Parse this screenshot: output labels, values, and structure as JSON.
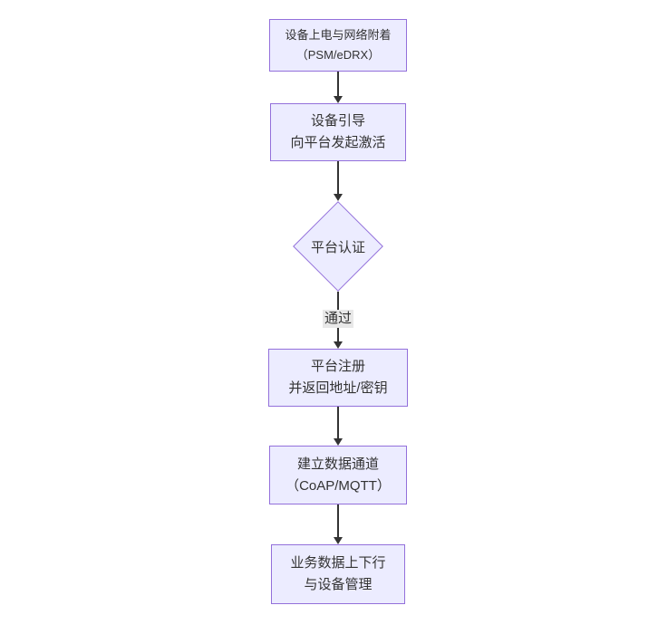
{
  "diagram": {
    "type": "flowchart-vertical",
    "nodes": [
      {
        "name": "power-on-attach",
        "shape": "rect",
        "lines": [
          "设备上电与网络附着",
          "（PSM/eDRX）"
        ]
      },
      {
        "name": "bootstrap",
        "shape": "rect",
        "lines": [
          "设备引导",
          "向平台发起激活"
        ]
      },
      {
        "name": "platform-auth",
        "shape": "diamond",
        "lines": [
          "平台认证"
        ]
      },
      {
        "name": "platform-register",
        "shape": "rect",
        "lines": [
          "平台注册",
          "并返回地址/密钥"
        ]
      },
      {
        "name": "data-channel",
        "shape": "rect",
        "lines": [
          "建立数据通道",
          "（CoAP/MQTT）"
        ]
      },
      {
        "name": "business-data",
        "shape": "rect",
        "lines": [
          "业务数据上下行",
          "与设备管理"
        ]
      }
    ],
    "edges": [
      {
        "from": "power-on-attach",
        "to": "bootstrap",
        "label": ""
      },
      {
        "from": "bootstrap",
        "to": "platform-auth",
        "label": ""
      },
      {
        "from": "platform-auth",
        "to": "platform-register",
        "label": "通过"
      },
      {
        "from": "platform-register",
        "to": "data-channel",
        "label": ""
      },
      {
        "from": "data-channel",
        "to": "business-data",
        "label": ""
      }
    ],
    "colors": {
      "background": "#ffffff",
      "node_fill": "#ECECFF",
      "node_border": "#9370DB",
      "text": "#333333",
      "edge": "#333333",
      "edge_label_bg": "#e8e8e8"
    }
  }
}
